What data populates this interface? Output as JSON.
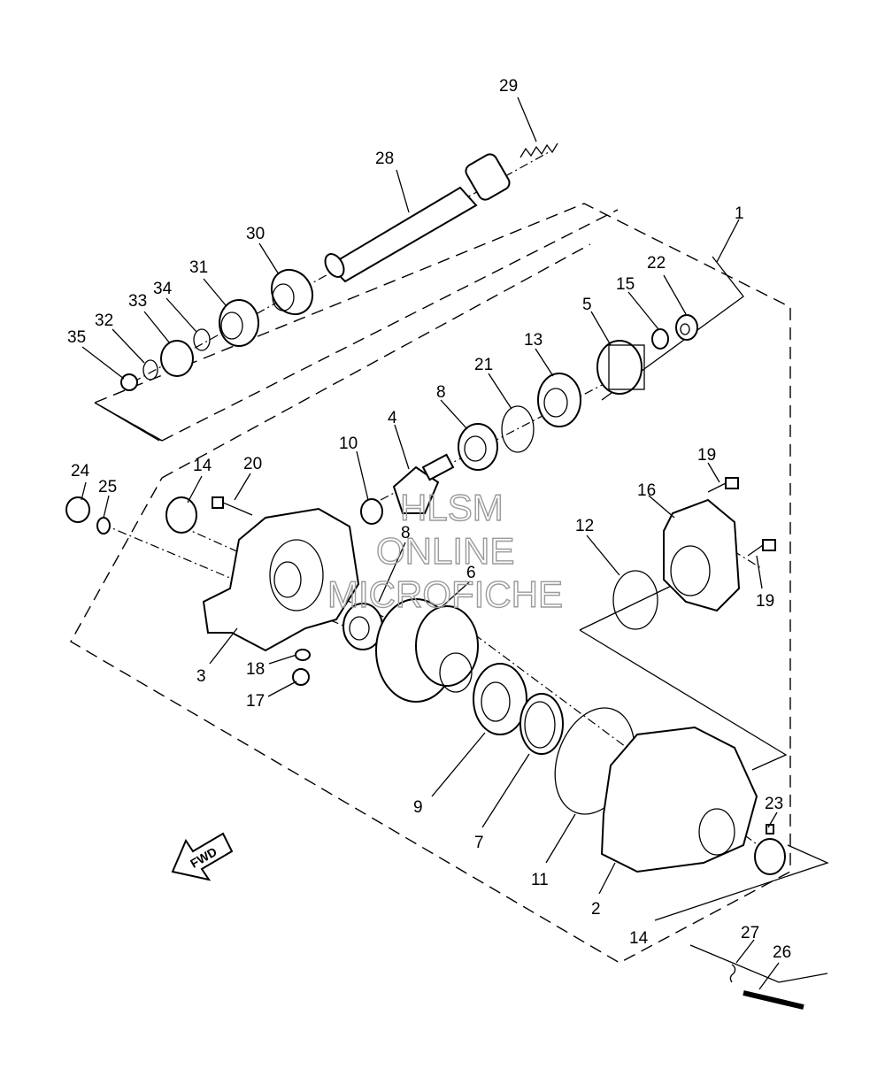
{
  "diagram": {
    "watermark": {
      "line1": "HLSM",
      "line2": "ONLINE",
      "line3": "MICROFICHE"
    },
    "fwd_label": "FWD",
    "callouts": {
      "c1": "1",
      "c2": "2",
      "c3": "3",
      "c4": "4",
      "c5": "5",
      "c6": "6",
      "c7": "7",
      "c8a": "8",
      "c8b": "8",
      "c9": "9",
      "c10": "10",
      "c11": "11",
      "c12": "12",
      "c13": "13",
      "c14a": "14",
      "c14b": "14",
      "c15": "15",
      "c16": "16",
      "c17": "17",
      "c18": "18",
      "c19a": "19",
      "c19b": "19",
      "c20": "20",
      "c21": "21",
      "c22": "22",
      "c23": "23",
      "c24": "24",
      "c25": "25",
      "c26": "26",
      "c27": "27",
      "c28": "28",
      "c29": "29",
      "c30": "30",
      "c31": "31",
      "c32": "32",
      "c33": "33",
      "c34": "34",
      "c35": "35"
    }
  }
}
